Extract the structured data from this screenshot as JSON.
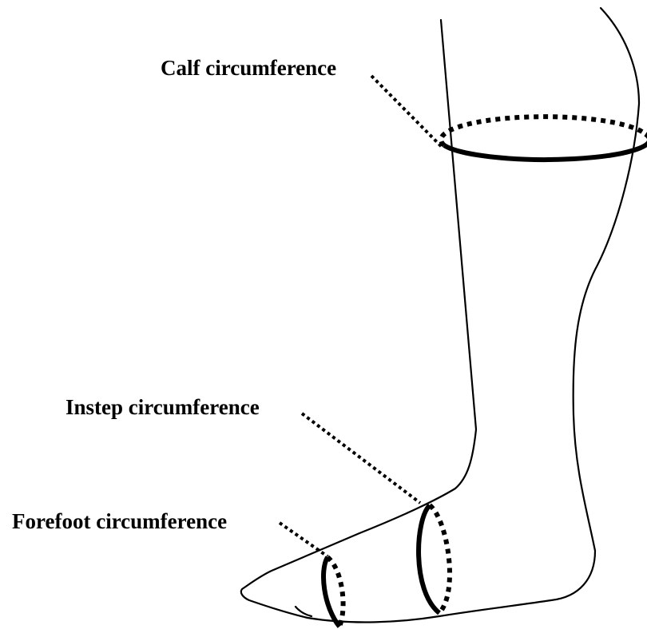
{
  "labels": {
    "calf": "Calf circumference",
    "instep": "Instep circumference",
    "forefoot": "Forefoot circumference"
  },
  "colors": {
    "outline": "#000000",
    "background": "#ffffff"
  }
}
